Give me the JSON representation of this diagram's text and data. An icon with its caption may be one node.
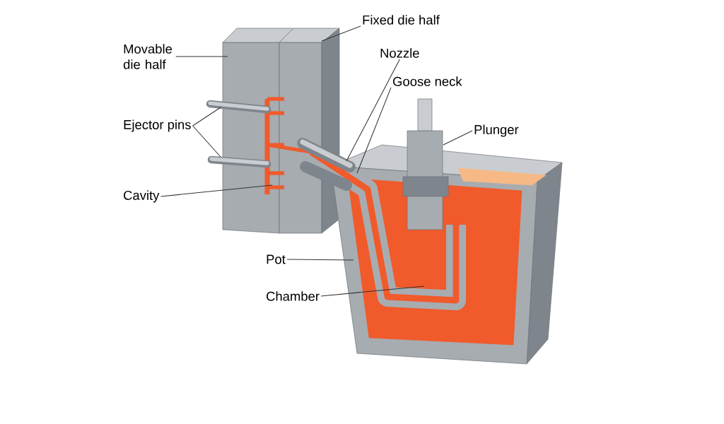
{
  "diagram": {
    "nodes": [
      {
        "text": [
          "Fixed die half"
        ]
      },
      {
        "text": [
          "Movable die half"
        ]
      },
      {
        "text": [
          "Nozzle"
        ]
      },
      {
        "text": [
          "Goose neck"
        ]
      },
      {
        "text": [
          "Plunger"
        ]
      },
      {
        "text": [
          "Ejector pins"
        ]
      },
      {
        "text": [
          "Cavity"
        ]
      },
      {
        "text": [
          "Pot"
        ]
      },
      {
        "text": [
          "Chamber"
        ]
      }
    ],
    "edges": [
      {
        "from": 0,
        "to": null,
        "arrow": "none"
      },
      {
        "from": 1,
        "to": null,
        "arrow": "none"
      },
      {
        "from": 2,
        "to": null,
        "arrow": "none"
      },
      {
        "from": 3,
        "to": null,
        "arrow": "none"
      },
      {
        "from": 4,
        "to": null,
        "arrow": "none"
      },
      {
        "from": 5,
        "to": null,
        "arrow": "none"
      },
      {
        "from": 5,
        "to": null,
        "arrow": "none"
      },
      {
        "from": 6,
        "to": null,
        "arrow": "none"
      },
      {
        "from": 7,
        "to": null,
        "arrow": "none"
      },
      {
        "from": 8,
        "to": null,
        "arrow": "none"
      }
    ]
  }
}
